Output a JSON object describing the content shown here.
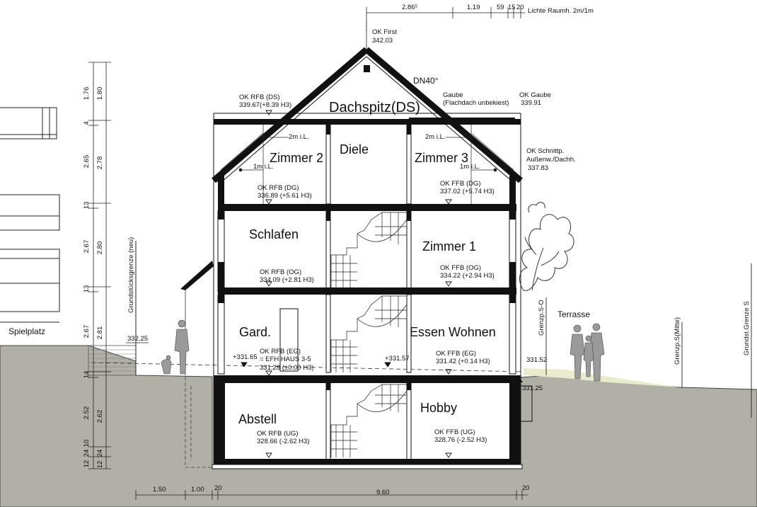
{
  "header": {
    "dim_286": "2.86⁵",
    "dim_119": "1.19",
    "dim_59": "59",
    "dim_15": "15",
    "dim_20": "20",
    "lichte_raumhoehe": "Lichte Raumh. 2m/1m"
  },
  "roof": {
    "ok_first": "OK First",
    "ok_first_val": "342.03",
    "pitch": "DN40°",
    "gaube": "Gaube",
    "gaube_note": "(Flachdach unbekiest)",
    "ok_gaube": "OK Gaube",
    "ok_gaube_val": "339.91",
    "ok_rfb_ds": "OK RFB (DS)",
    "ok_rfb_ds_val": "339.67(+8.39 H3)",
    "schnitt": "OK Schnittp.",
    "schnitt2": "Außenw./Dachh.",
    "schnitt_val": "337.83"
  },
  "rooms": {
    "dachspitz": "Dachspitz(DS)",
    "zimmer2": "Zimmer 2",
    "diele": "Diele",
    "zimmer3": "Zimmer 3",
    "schlafen": "Schlafen",
    "zimmer1": "Zimmer 1",
    "gard": "Gard.",
    "essen_wohnen": "Essen Wohnen",
    "abstell": "Abstell",
    "hobby": "Hobby"
  },
  "clearance": {
    "c2m_left": "2m i.L.",
    "c1m_left": "1m i.L.",
    "c2m_right": "2m i.L.",
    "c1m_right": "1m i.L."
  },
  "levels": {
    "dg_left": "OK RFB (DG)",
    "dg_left_val": "336.89 (+5.61 H3)",
    "dg_right": "OK FFB (DG)",
    "dg_right_val": "337.02 (+5.74 H3)",
    "og_left": "OK RFB (OG)",
    "og_left_val": "334.09  (+2.81 H3)",
    "og_right": "OK FFB (OG)",
    "og_right_val": "334.22  (+2.94 H3)",
    "eg_left": "OK RFB (EG)",
    "eg_left_2": "= EFH HAUS 3-5",
    "eg_left_val": "331.28 (±0.00 H3)",
    "eg_right": "OK FFB (EG)",
    "eg_right_val": "331.42 (+0.14 H3)",
    "ug_left": "OK RFB (UG)",
    "ug_left_val": "328.66 (-2.62 H3)",
    "ug_right": "OK FFB (UG)",
    "ug_right_val": "328.76  (-2.52 H3)"
  },
  "site": {
    "spielplatz": "Spielplatz",
    "terrasse": "Terrasse",
    "grundstuecksgrenze": "Grundstücksgrenze (neu)",
    "grenzp_so": "Grenzp.S-O",
    "grenzp_mitte": "Grenzp.S(Mitte)",
    "grundst_grenze_s": "Grundst.Grenze S",
    "h_33225": "332.25",
    "h_33165": "+331.65",
    "h_33157": "+331.57",
    "h_33152": "331.52",
    "h_33125": "331.25"
  },
  "left_dims": {
    "outer": [
      "1.76",
      "4",
      "2.65",
      "13",
      "2.67",
      "13",
      "2.67",
      "14",
      "2.52",
      "12",
      "24",
      "10"
    ],
    "inner": [
      "1.80",
      "2.78",
      "2.80",
      "2.81",
      "2.62",
      "24",
      "12"
    ]
  },
  "bottom_dims": {
    "d150": "1.50",
    "d100": "1.00",
    "d20a": "20",
    "d960": "9.60",
    "d20b": "20"
  },
  "colors": {
    "ground": "#b1b0a6",
    "ink": "#111111",
    "terrace": "#e9eccc"
  }
}
